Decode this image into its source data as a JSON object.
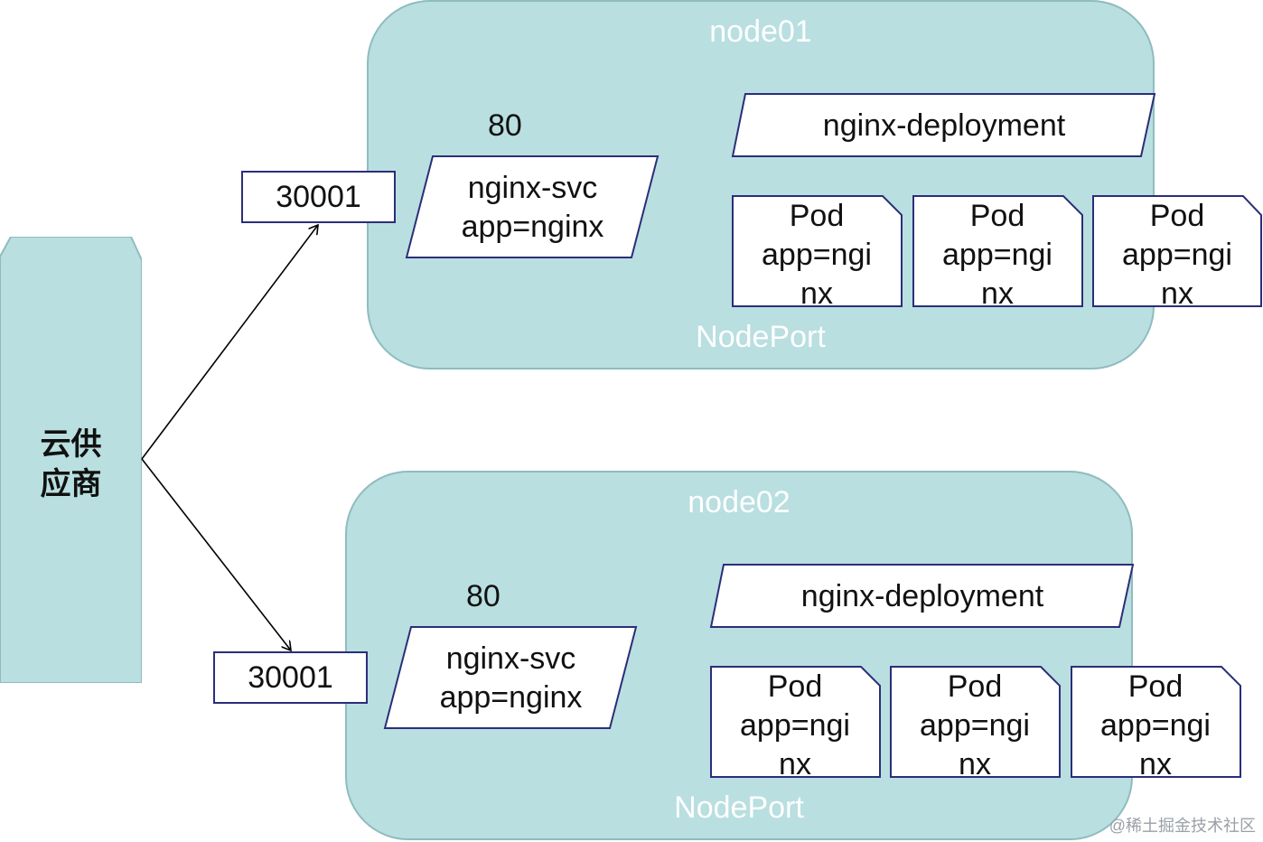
{
  "cloud_provider": {
    "line1": "云供",
    "line2": "应商"
  },
  "nodes": [
    {
      "title": "node01",
      "footer": "NodePort",
      "svc_port": "80",
      "node_port": "30001",
      "service": {
        "line1": "nginx-svc",
        "line2": "app=nginx"
      },
      "deployment": "nginx-deployment",
      "pods": [
        {
          "line1": "Pod",
          "line2": "app=ngi",
          "line3": "nx"
        },
        {
          "line1": "Pod",
          "line2": "app=ngi",
          "line3": "nx"
        },
        {
          "line1": "Pod",
          "line2": "app=ngi",
          "line3": "nx"
        }
      ]
    },
    {
      "title": "node02",
      "footer": "NodePort",
      "svc_port": "80",
      "node_port": "30001",
      "service": {
        "line1": "nginx-svc",
        "line2": "app=nginx"
      },
      "deployment": "nginx-deployment",
      "pods": [
        {
          "line1": "Pod",
          "line2": "app=ngi",
          "line3": "nx"
        },
        {
          "line1": "Pod",
          "line2": "app=ngi",
          "line3": "nx"
        },
        {
          "line1": "Pod",
          "line2": "app=ngi",
          "line3": "nx"
        }
      ]
    }
  ],
  "watermark": "@稀土掘金技术社区",
  "colors": {
    "node_fill": "#b9dfe0",
    "box_border": "#2b2e79",
    "node_text": "#ffffff"
  }
}
